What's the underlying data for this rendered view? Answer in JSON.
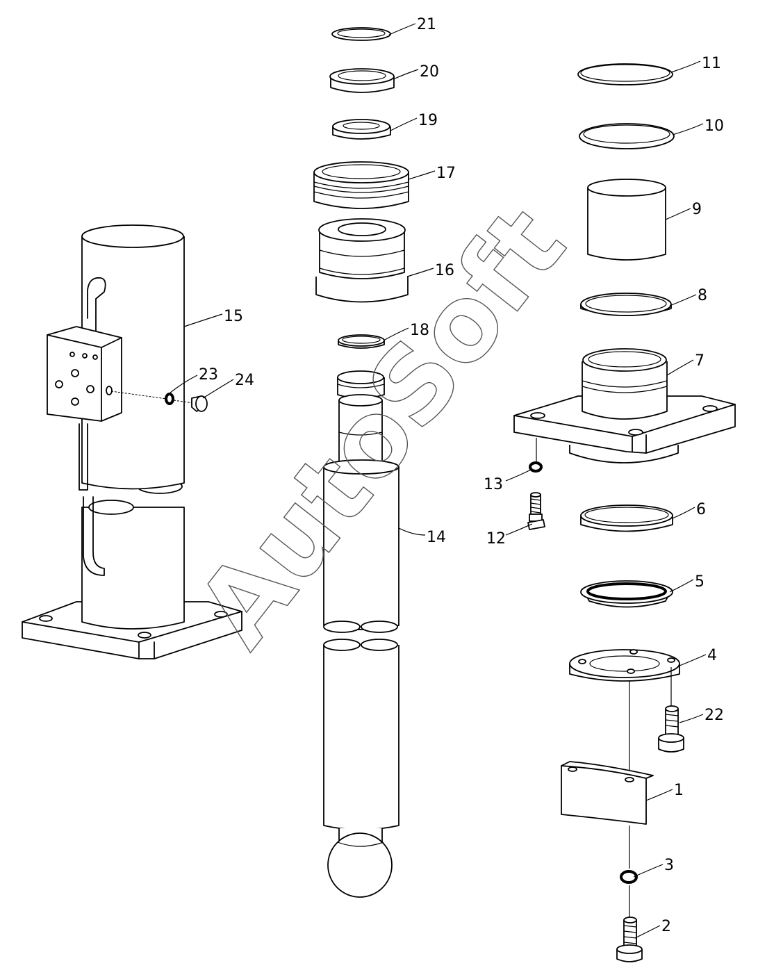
{
  "watermark": "AutoSoft",
  "callouts": [
    {
      "id": "c1",
      "label": "1"
    },
    {
      "id": "c2",
      "label": "2"
    },
    {
      "id": "c3",
      "label": "3"
    },
    {
      "id": "c4",
      "label": "4"
    },
    {
      "id": "c5",
      "label": "5"
    },
    {
      "id": "c6",
      "label": "6"
    },
    {
      "id": "c7",
      "label": "7"
    },
    {
      "id": "c8",
      "label": "8"
    },
    {
      "id": "c9",
      "label": "9"
    },
    {
      "id": "c10",
      "label": "10"
    },
    {
      "id": "c11",
      "label": "11"
    },
    {
      "id": "c12",
      "label": "12"
    },
    {
      "id": "c13",
      "label": "13"
    },
    {
      "id": "c14",
      "label": "14"
    },
    {
      "id": "c15",
      "label": "15"
    },
    {
      "id": "c16",
      "label": "16"
    },
    {
      "id": "c17",
      "label": "17"
    },
    {
      "id": "c18",
      "label": "18"
    },
    {
      "id": "c19",
      "label": "19"
    },
    {
      "id": "c20",
      "label": "20"
    },
    {
      "id": "c21",
      "label": "21"
    },
    {
      "id": "c22",
      "label": "22"
    },
    {
      "id": "c23",
      "label": "23"
    },
    {
      "id": "c24",
      "label": "24"
    }
  ]
}
